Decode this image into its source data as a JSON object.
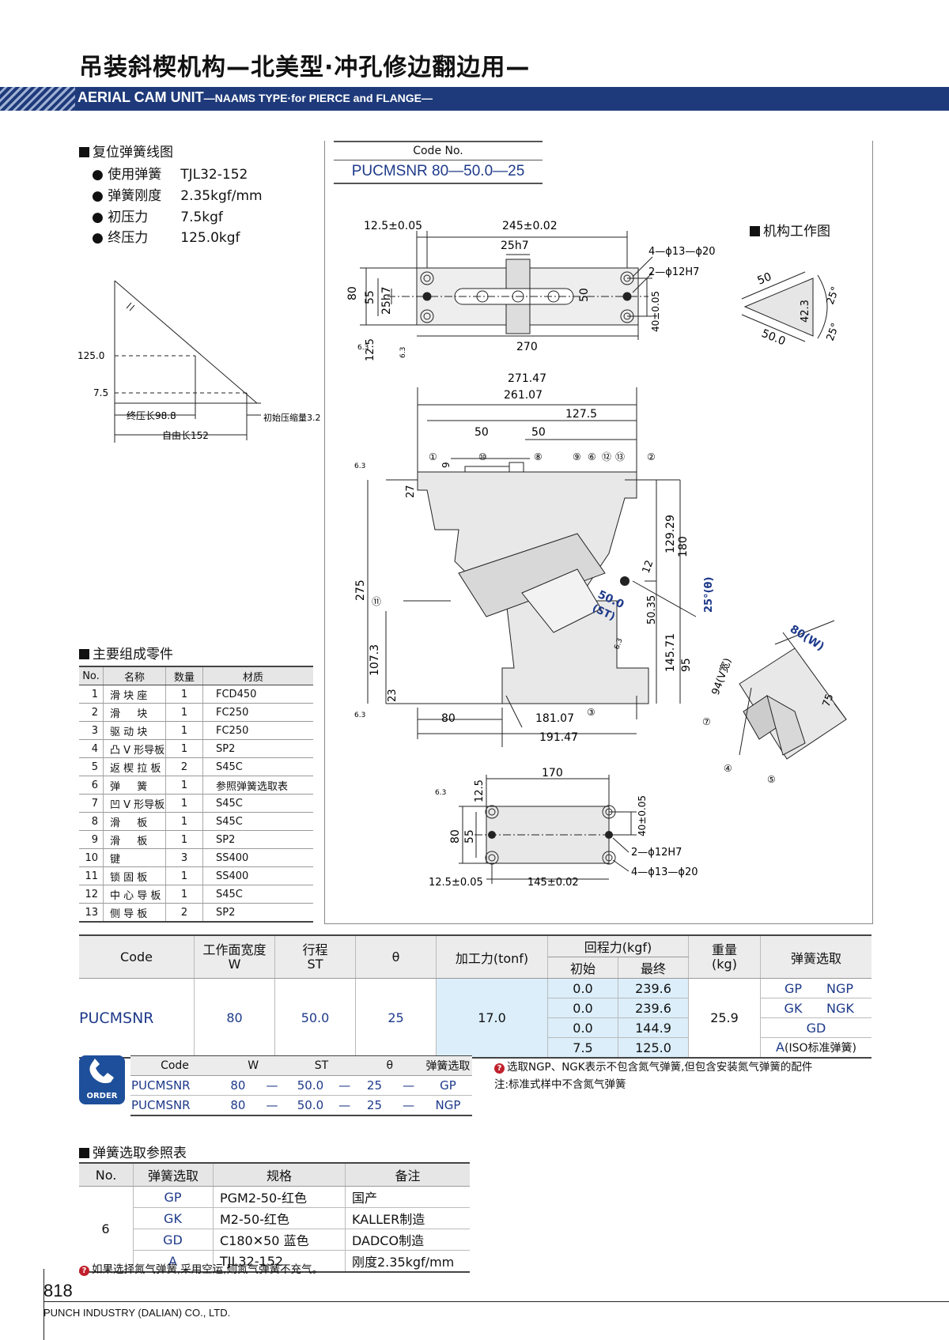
{
  "header": {
    "title_cn": "吊装斜楔机构—北美型·冲孔修边翻边用—",
    "title_en_main": "AERIAL CAM UNIT",
    "title_en_sub": "—NAAMS TYPE·for PIERCE and FLANGE—"
  },
  "spring_curve": {
    "heading": "复位弹簧线图",
    "specs": [
      {
        "label": "使用弹簧",
        "value": "TJL32-152"
      },
      {
        "label": "弹簧刚度",
        "value": "2.35kgf/mm"
      },
      {
        "label": "初压力",
        "value": "7.5kgf"
      },
      {
        "label": "终压力",
        "value": "125.0kgf"
      }
    ],
    "chart": {
      "y_ticks": [
        "125.0",
        "7.5"
      ],
      "final_len_label": "终压长98.8",
      "initial_comp_label": "初始压缩量3.2",
      "free_len_label": "自由长152"
    }
  },
  "code_box": {
    "header": "Code No.",
    "value": "PUCMSNR 80—50.0—25"
  },
  "drawing": {
    "mechanism_heading": "机构工作图",
    "top_view": {
      "dims": [
        "12.5±0.05",
        "245±0.02",
        "25h7",
        "4—ϕ13—ϕ20",
        "2—ϕ12H7",
        "80",
        "55",
        "25h7",
        "50",
        "40±0.05",
        "270",
        "12.5",
        "6.3",
        "6.3"
      ]
    },
    "main_view": {
      "dims": [
        "271.47",
        "261.07",
        "127.5",
        "50",
        "50",
        "9",
        "27",
        "275",
        "107.3",
        "23",
        "129.29",
        "180",
        "12",
        "50.35",
        "145.71",
        "95",
        "80",
        "181.07",
        "191.47",
        "6.3",
        "6.3",
        "6.3"
      ],
      "stroke_label": "50.0",
      "stroke_sub": "(ST)",
      "angle_label": "25°(θ)",
      "part_numbers": [
        "①",
        "⑩",
        "⑧",
        "⑨",
        "⑥",
        "⑫",
        "⑬",
        "②",
        "⑪",
        "③"
      ]
    },
    "triangle": {
      "dims": [
        "50",
        "50.0",
        "42.3",
        "25°",
        "25°"
      ]
    },
    "v_section": {
      "width_label": "80(W)",
      "dims": [
        "94(V宽)",
        "75"
      ],
      "part_numbers": [
        "⑦",
        "④",
        "⑤"
      ]
    },
    "bottom_view": {
      "dims": [
        "170",
        "12.5",
        "6.3",
        "80",
        "55",
        "40±0.05",
        "2—ϕ12H7",
        "4—ϕ13—ϕ20",
        "12.5±0.05",
        "145±0.02"
      ]
    }
  },
  "parts": {
    "heading": "主要组成零件",
    "columns": [
      "No.",
      "名称",
      "数量",
      "材质"
    ],
    "rows": [
      [
        "1",
        "滑 块 座",
        "1",
        "FCD450"
      ],
      [
        "2",
        "滑 　 块",
        "1",
        "FC250"
      ],
      [
        "3",
        "驱 动 块",
        "1",
        "FC250"
      ],
      [
        "4",
        "凸 V 形导板",
        "1",
        "SP2"
      ],
      [
        "5",
        "返 楔 拉 板",
        "2",
        "S45C"
      ],
      [
        "6",
        "弹 　 簧",
        "1",
        "参照弹簧选取表"
      ],
      [
        "7",
        "凹 V 形导板",
        "1",
        "S45C"
      ],
      [
        "8",
        "滑 　 板",
        "1",
        "S45C"
      ],
      [
        "9",
        "滑 　 板",
        "1",
        "SP2"
      ],
      [
        "10",
        "键",
        "3",
        "SS400"
      ],
      [
        "11",
        "锁 固 板",
        "1",
        "SS400"
      ],
      [
        "12",
        "中 心 导 板",
        "1",
        "S45C"
      ],
      [
        "13",
        "侧 导 板",
        "2",
        "SP2"
      ]
    ]
  },
  "spec": {
    "headers": {
      "code": "Code",
      "w": "工作面宽度",
      "w_sub": "W",
      "st": "行程",
      "st_sub": "ST",
      "theta": "θ",
      "force": "加工力(tonf)",
      "return": "回程力(kgf)",
      "start": "初始",
      "end": "最终",
      "weight": "重量",
      "weight_sub": "(kg)",
      "spring": "弹簧选取"
    },
    "code": "PUCMSNR",
    "w": "80",
    "st": "50.0",
    "theta": "25",
    "force": "17.0",
    "weight": "25.9",
    "return_rows": [
      {
        "start": "0.0",
        "end": "239.6",
        "spring_a": "GP",
        "spring_b": "NGP"
      },
      {
        "start": "0.0",
        "end": "239.6",
        "spring_a": "GK",
        "spring_b": "NGK"
      },
      {
        "start": "0.0",
        "end": "144.9",
        "spring_a": "GD",
        "spring_b": ""
      },
      {
        "start": "7.5",
        "end": "125.0",
        "spring_a": "A",
        "spring_b": "(ISO标准弹簧)"
      }
    ]
  },
  "order": {
    "badge": "ORDER",
    "columns": [
      "Code",
      "W",
      "ST",
      "θ",
      "弹簧选取"
    ],
    "rows": [
      [
        "PUCMSNR",
        "80",
        "—",
        "50.0",
        "—",
        "25",
        "—",
        "GP"
      ],
      [
        "PUCMSNR",
        "80",
        "—",
        "50.0",
        "—",
        "25",
        "—",
        "NGP"
      ]
    ],
    "note1": "选取NGP、NGK表示不包含氮气弹簧,但包含安装氮气弹簧的配件",
    "note2": "注:标准式样中不含氮气弹簧"
  },
  "spring_table": {
    "heading": "弹簧选取参照表",
    "columns": [
      "No.",
      "弹簧选取",
      "规格",
      "备注"
    ],
    "no": "6",
    "rows": [
      [
        "GP",
        "PGM2-50-红色",
        "国产"
      ],
      [
        "GK",
        "M2-50-红色",
        "KALLER制造"
      ],
      [
        "GD",
        "C180✕50 蓝色",
        "DADCO制造"
      ],
      [
        "A",
        "TJL32-152",
        "刚度2.35kgf/mm"
      ]
    ],
    "footnote": "如果选择氮气弹簧,采用空运,则氮气弹簧不充气。"
  },
  "footer": {
    "page_number": "818",
    "company": "PUNCH INDUSTRY (DALIAN) CO., LTD."
  }
}
